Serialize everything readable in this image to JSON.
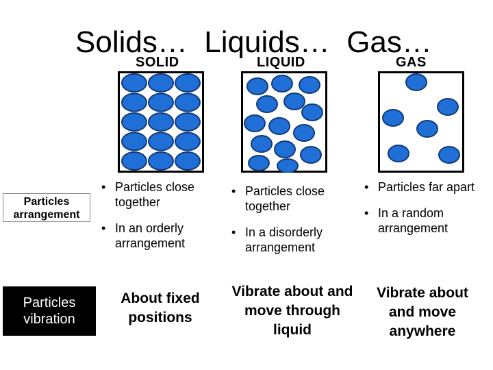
{
  "title": {
    "solids": "Solids…",
    "liquids": "Liquids…",
    "gas": "Gas…"
  },
  "states": {
    "solid": "SOLID",
    "liquid": "LIQUID",
    "gas": "GAS"
  },
  "colors": {
    "particle_fill": "#1f6fd6",
    "particle_border": "#123a78",
    "box_border": "#000000",
    "panel_bg": "#ffffff"
  },
  "rows": {
    "arrangement_label": "Particles arrangement",
    "vibration_label": "Particles vibration"
  },
  "arrangement": {
    "solid": [
      "Particles close together",
      "In an orderly arrangement"
    ],
    "liquid": [
      "Particles close together",
      "In a disorderly arrangement"
    ],
    "gas": [
      "Particles far apart",
      "In a random arrangement"
    ]
  },
  "vibration": {
    "solid": "About fixed positions",
    "liquid": "Vibrate about and move through liquid",
    "gas": "Vibrate about and move anywhere"
  }
}
